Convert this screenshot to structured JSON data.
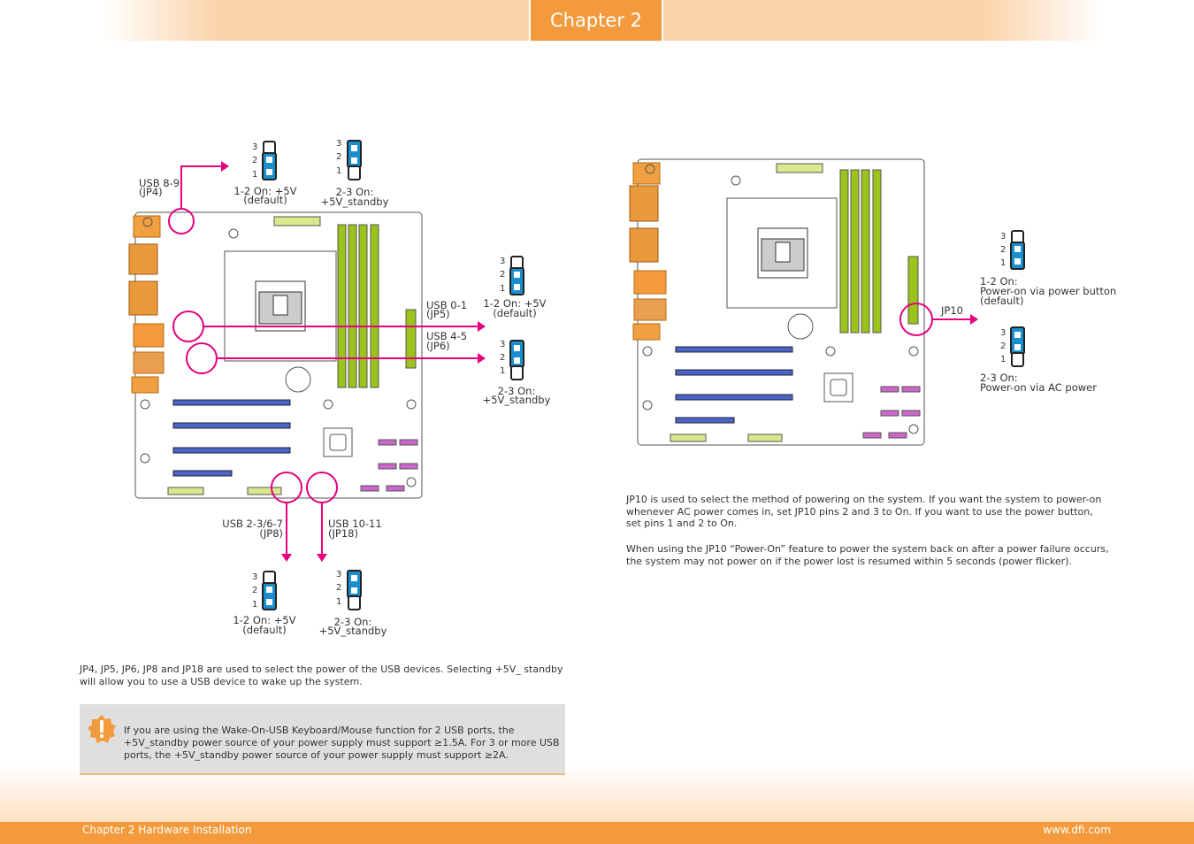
{
  "header": {
    "chapter_tab": "Chapter 2"
  },
  "footer": {
    "left": "Chapter 2 Hardware Installation",
    "right": "www.dfi.com"
  },
  "pin_numbers": [
    "3",
    "2",
    "1"
  ],
  "usb_section": {
    "jp4": {
      "name": "USB 8-9",
      "ref": "(JP4)"
    },
    "jp5": {
      "name": "USB 0-1",
      "ref": "(JP5)"
    },
    "jp6": {
      "name": "USB 4-5",
      "ref": "(JP6)"
    },
    "jp8": {
      "name": "USB 2-3/6-7",
      "ref": "(JP8)"
    },
    "jp18": {
      "name": "USB 10-11",
      "ref": "(JP18)"
    },
    "opt_5v_line1": "1-2 On: +5V",
    "opt_5v_line2": "(default)",
    "opt_stby_line1": "2-3 On:",
    "opt_stby_line2": "+5V_standby",
    "description": "JP4, JP5, JP6, JP8 and JP18 are used to select the power of the USB devices. Selecting +5V_ standby will allow you to use a USB device to wake up the system.",
    "note": "If you are using the Wake-On-USB Keyboard/Mouse function for 2 USB ports, the +5V_standby power source of your power supply must support ≥1.5A. For 3 or more USB ports, the +5V_standby power source of your power supply must support ≥2A."
  },
  "jp10_section": {
    "label": "JP10",
    "opt1_line1": "1-2 On:",
    "opt1_line2": "Power-on via power button",
    "opt1_line3": "(default)",
    "opt2_line1": "2-3 On:",
    "opt2_line2": "Power-on via AC power",
    "para1": "JP10 is used to select the method of powering on the system. If you want the system to power-on whenever AC power comes in, set JP10 pins 2 and 3 to On. If you want to use the power button, set pins 1 and 2 to On.",
    "para2": "When using the JP10 “Power-On” feature to power the system back on after a power failure occurs, the system may not power on if the power lost is resumed within 5 seconds (power flicker)."
  },
  "colors": {
    "accent": "#f39a3c",
    "arrow": "#e4007f",
    "jumper_on": "#1a8fd0",
    "jumper_off": "#222222",
    "board_green": "#9bc31c",
    "board_pink": "#cc66cc"
  }
}
